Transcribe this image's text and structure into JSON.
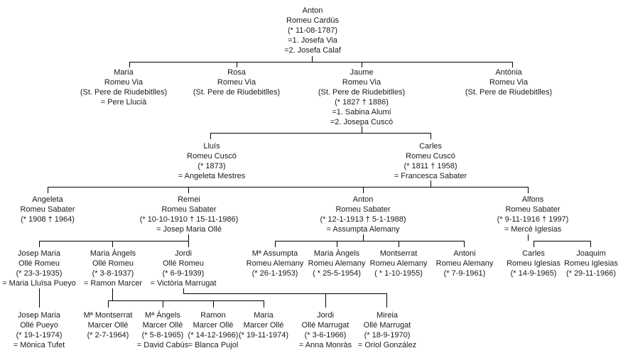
{
  "people": {
    "anton_root": {
      "lines": [
        "Anton",
        "Romeu Cardús",
        "(* 11-08-1787)",
        "=1. Josefa Via",
        "=2. Josefa Calaf"
      ]
    },
    "maria_via": {
      "lines": [
        "Maria",
        "Romeu Via",
        "(St. Pere de Riudebitlles)",
        "= Pere Llucià"
      ]
    },
    "rosa_via": {
      "lines": [
        "Rosa",
        "Romeu Via",
        "(St. Pere de Riudebitlles)"
      ]
    },
    "jaume_via": {
      "lines": [
        "Jaume",
        "Romeu Via",
        "(St. Pere de Riudebitlles)",
        "(* 1827 † 1886)",
        "=1.  Sabina Alumí",
        "=2. Josepa Cuscó"
      ]
    },
    "antonia_via": {
      "lines": [
        "Antònia",
        "Romeu Via",
        "(St. Pere de Riudebitlles)"
      ]
    },
    "lluis_cusco": {
      "lines": [
        "Lluís",
        "Romeu Cuscó",
        "(* 1873)",
        "= Angeleta Mestres"
      ]
    },
    "carles_cusco": {
      "lines": [
        "Carles",
        "Romeu Cuscó",
        "(* 1811 † 1958)",
        "= Francesca Sabater"
      ]
    },
    "angeleta_sabater": {
      "lines": [
        "Angeleta",
        "Romeu Sabater",
        "(* 1908 † 1964)"
      ]
    },
    "remei_sabater": {
      "lines": [
        "Remei",
        "Romeu Sabater",
        "(* 10-10-1910 † 15-11-1986)",
        "= Josep Maria Ollé"
      ]
    },
    "anton_sabater": {
      "lines": [
        "Anton",
        "Romeu Sabater",
        "(* 12-1-1913 † 5-1-1988)",
        "= Assumpta Alemany"
      ]
    },
    "alfons_sabater": {
      "lines": [
        "Alfons",
        "Romeu Sabater",
        "(* 9-11-1916 † 1997)",
        "= Mercè Iglesias"
      ]
    },
    "josep_maria_olle": {
      "lines": [
        "Josep Maria",
        "Ollé Romeu",
        "(* 23-3-1935)",
        "= Maria Lluïsa Pueyo"
      ]
    },
    "maria_angels_olle": {
      "lines": [
        "Maria Àngels",
        "Ollé Romeu",
        "(* 3-8-1937)",
        "= Ramon Marcer"
      ]
    },
    "jordi_olle": {
      "lines": [
        "Jordi",
        "Ollé Romeu",
        "(* 6-9-1939)",
        "= Victòria Marrugat"
      ]
    },
    "assumpta_alemany": {
      "lines": [
        "Mª Assumpta",
        "Romeu Alemany",
        "(* 26-1-1953)"
      ]
    },
    "maria_angels_alemany": {
      "lines": [
        "Maria Àngels",
        "Romeu Alemany",
        "( * 25-5-1954)"
      ]
    },
    "montserrat_alemany": {
      "lines": [
        "Montserrat",
        "Romeu Alemany",
        "( * 1-10-1955)"
      ]
    },
    "antoni_alemany": {
      "lines": [
        "Antoni",
        "Romeu Alemany",
        "(* 7-9-1961)"
      ]
    },
    "carles_iglesias": {
      "lines": [
        "Carles",
        "Romeu Iglesias",
        "(* 14-9-1965)"
      ]
    },
    "joaquim_iglesias": {
      "lines": [
        "Joaquim",
        "Romeu Iglesias",
        "(* 29-11-1966)"
      ]
    },
    "josep_maria_pueyo": {
      "lines": [
        "Josep Maria",
        "Ollé Pueyo",
        "(* 19-1-1974)",
        "= Mònica Tufet"
      ]
    },
    "montserrat_marcer": {
      "lines": [
        "Mª Montserrat",
        "Marcer Ollé",
        "(* 2-7-1964)"
      ]
    },
    "angels_marcer": {
      "lines": [
        "Mª Àngels",
        "Marcer Ollé",
        "(* 5-8-1965)",
        "= David Cabús"
      ]
    },
    "ramon_marcer": {
      "lines": [
        "Ramon",
        "Marcer Ollé",
        "(* 14-12-1966)",
        "= Blanca Pujol"
      ]
    },
    "maria_marcer": {
      "lines": [
        "Maria",
        "Marcer Ollé",
        "(* 19-11-1974)"
      ]
    },
    "jordi_marrugat": {
      "lines": [
        "Jordi",
        "Ollé Marrugat",
        "(* 3-6-1966)",
        "= Anna Monràs"
      ]
    },
    "mireia_marrugat": {
      "lines": [
        "Mireia",
        "Ollé Marrugat",
        "(* 18-9-1970)",
        "= Oriol González"
      ]
    }
  },
  "colors": {
    "line": "#000000",
    "text": "#1a1a1a",
    "background": "#ffffff"
  }
}
